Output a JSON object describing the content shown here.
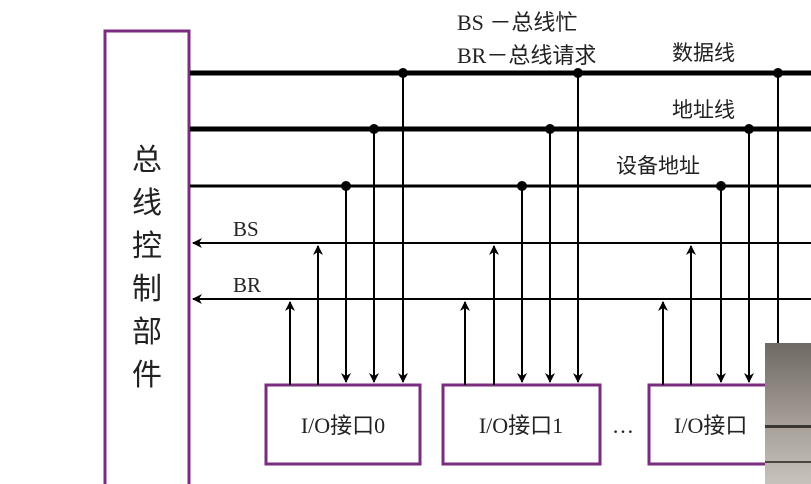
{
  "legend": {
    "bs_line": "BS －总线忙",
    "br_line": "BR－总线请求"
  },
  "bus_labels": {
    "data": "数据线",
    "address": "地址线",
    "device_address": "设备地址"
  },
  "controller": {
    "label_chars": [
      "总",
      "线",
      "控",
      "制",
      "部",
      "件"
    ]
  },
  "signals": {
    "bs": "BS",
    "br": "BR"
  },
  "interfaces": [
    {
      "label": "I/O接口0"
    },
    {
      "label": "I/O接口1"
    },
    {
      "label": "I/O接口"
    }
  ],
  "ellipsis": "…",
  "colors": {
    "box_border": "#7a2d7e",
    "line": "#000000"
  }
}
